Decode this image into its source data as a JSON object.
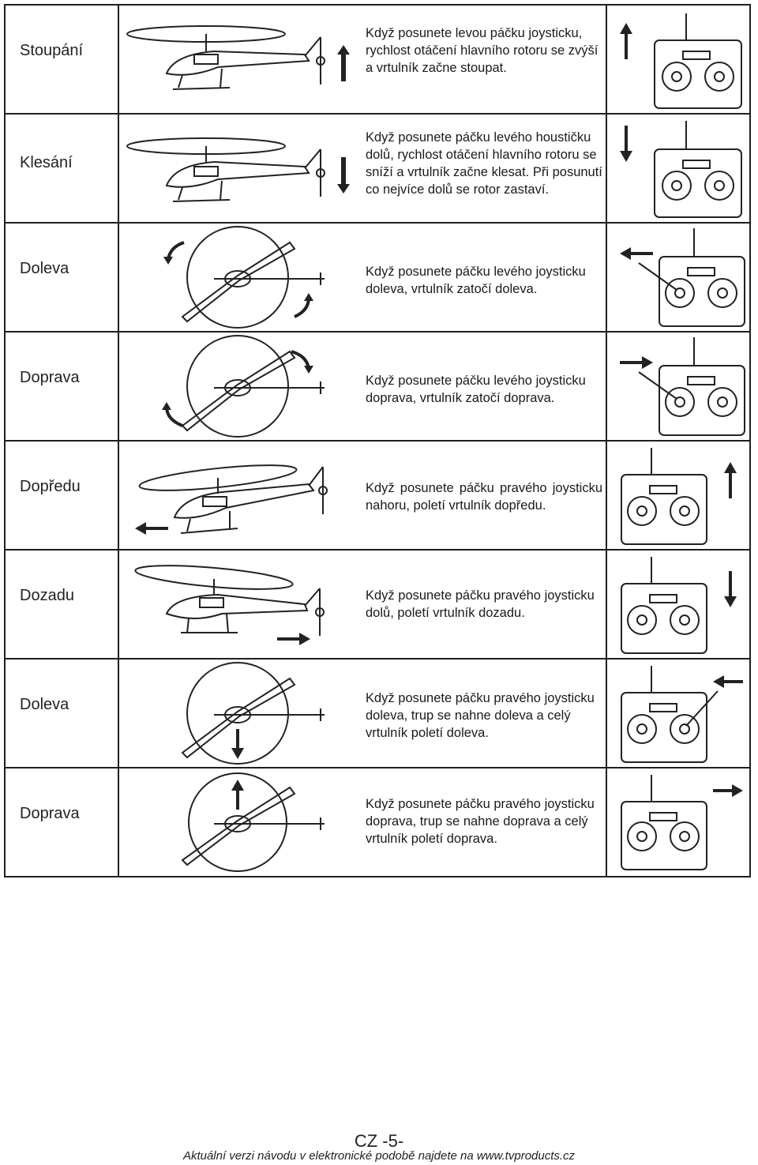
{
  "rows": [
    {
      "label": "Stoupání",
      "text": "Když posunete levou páčku joysticku, rychlost otáčení hlavního rotoru se zvýší a vrtulník začne stoupat."
    },
    {
      "label": "Klesání",
      "text": "Když posunete páčku levého houstičku dolů, rychlost otáčení hlavního rotoru se sníží a vrtulník začne klesat. Při posunutí co nejvíce dolů se rotor zastaví."
    },
    {
      "label": "Doleva",
      "text": "Když posunete páčku levého joysticku doleva, vrtulník zatočí doleva."
    },
    {
      "label": "Doprava",
      "text": "Když posunete páčku levého joysticku doprava, vrtulník zatočí doprava."
    },
    {
      "label": "Dopředu",
      "text": "Když posunete páčku pravého joysticku nahoru, poletí vrtulník dopředu."
    },
    {
      "label": "Dozadu",
      "text": "Když posunete páčku pravého joysticku dolů, poletí vrtulník dozadu."
    },
    {
      "label": "Doleva",
      "text": "Když posunete páčku pravého joysticku doleva, trup se nahne doleva a celý vrtulník poletí doleva."
    },
    {
      "label": "Doprava",
      "text": "Když posunete páčku pravého joysticku doprava, trup se nahne doprava a celý vrtulník poletí doprava."
    }
  ],
  "footer": {
    "page": "CZ -5-",
    "note": "Aktuální verzi návodu v elektronické podobě najdete na www.tvproducts.cz"
  }
}
